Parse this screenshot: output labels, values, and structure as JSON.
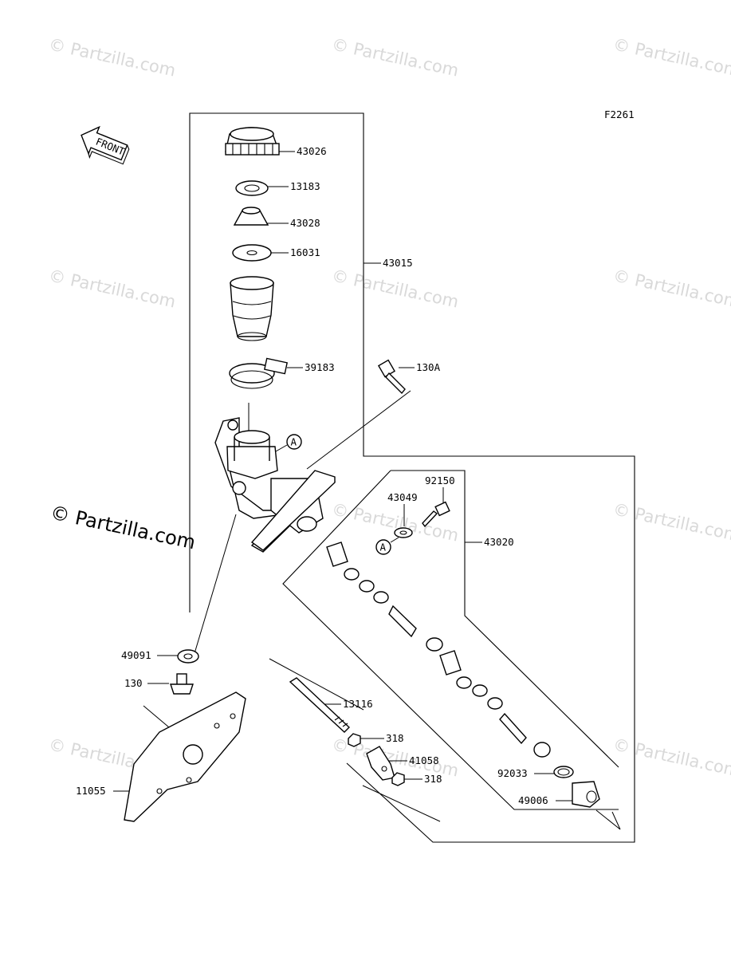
{
  "figure_code": "F2261",
  "front_label": "FRONT",
  "brand_watermark": "© Partzilla.com",
  "watermark_text": "© Partzilla.com",
  "ref_marker": "A",
  "parts": [
    {
      "id": "p43026",
      "number": "43026"
    },
    {
      "id": "p13183",
      "number": "13183"
    },
    {
      "id": "p43028",
      "number": "43028"
    },
    {
      "id": "p16031",
      "number": "16031"
    },
    {
      "id": "p43015",
      "number": "43015"
    },
    {
      "id": "p39183",
      "number": "39183"
    },
    {
      "id": "p130A",
      "number": "130A"
    },
    {
      "id": "p92150",
      "number": "92150"
    },
    {
      "id": "p43049",
      "number": "43049"
    },
    {
      "id": "p43020",
      "number": "43020"
    },
    {
      "id": "p49091",
      "number": "49091"
    },
    {
      "id": "p130",
      "number": "130"
    },
    {
      "id": "p13116",
      "number": "13116"
    },
    {
      "id": "p318a",
      "number": "318"
    },
    {
      "id": "p41058",
      "number": "41058"
    },
    {
      "id": "p318b",
      "number": "318"
    },
    {
      "id": "p11055",
      "number": "11055"
    },
    {
      "id": "p92033",
      "number": "92033"
    },
    {
      "id": "p49006",
      "number": "49006"
    }
  ]
}
